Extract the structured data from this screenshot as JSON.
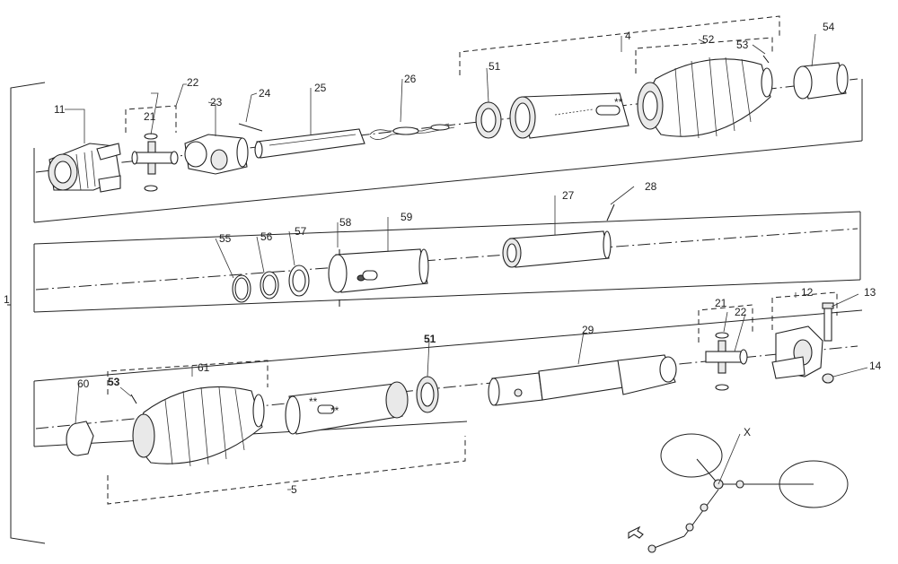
{
  "labels": {
    "p1": "1",
    "p4": "4",
    "p5": "5",
    "p11": "11",
    "p12": "12",
    "p13": "13",
    "p14": "14",
    "p21a": "21",
    "p21b": "21",
    "p22a": "22",
    "p22b": "22",
    "p23": "23",
    "p24": "24",
    "p25": "25",
    "p26": "26",
    "p27": "27",
    "p28": "28",
    "p29": "29",
    "p51a": "51",
    "p51b": "51",
    "p52": "52",
    "p53a": "53",
    "p53b": "53",
    "p54": "54",
    "p55": "55",
    "p56": "56",
    "p57": "57",
    "p58": "58",
    "p59": "59",
    "p60": "60",
    "p61": "61",
    "px": "X",
    "mark_a": "**",
    "mark_b": "**",
    "mark_c": "**"
  }
}
